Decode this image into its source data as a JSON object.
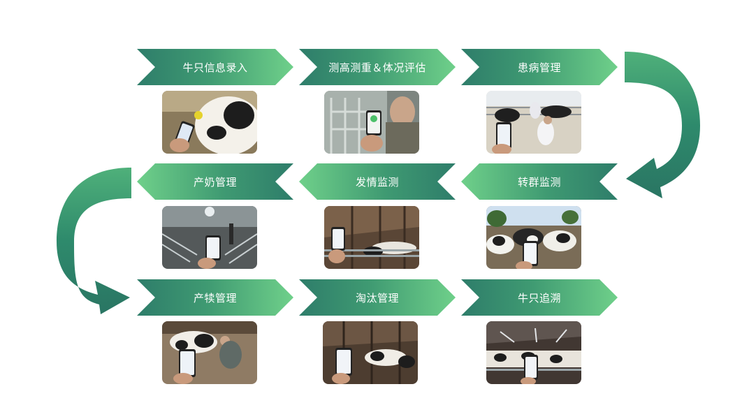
{
  "steps": [
    {
      "label": "牛只信息录入"
    },
    {
      "label": "测高测重＆体况评估"
    },
    {
      "label": "患病管理"
    },
    {
      "label": "转群监测"
    },
    {
      "label": "发情监测"
    },
    {
      "label": "产奶管理"
    },
    {
      "label": "产犊管理"
    },
    {
      "label": "淘汰管理"
    },
    {
      "label": "牛只追溯"
    }
  ],
  "colors": {
    "dark_green": "#2e7d6a",
    "light_green": "#6fd08a"
  },
  "photos": [
    {
      "subject": "cow-ear-tag-scan-photo"
    },
    {
      "subject": "cow-measurement-photo"
    },
    {
      "subject": "veterinary-treatment-photo"
    },
    {
      "subject": "herd-grouping-photo"
    },
    {
      "subject": "barn-estrus-monitoring-photo"
    },
    {
      "subject": "milking-parlor-photo"
    },
    {
      "subject": "calving-photo"
    },
    {
      "subject": "culling-barn-photo"
    },
    {
      "subject": "traceability-barn-photo"
    }
  ]
}
